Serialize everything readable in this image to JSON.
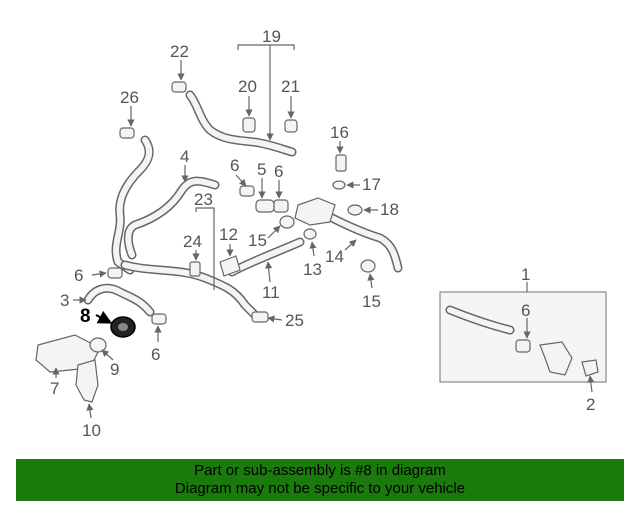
{
  "diagram": {
    "callouts": {
      "c1": "1",
      "c2": "2",
      "c3": "3",
      "c4": "4",
      "c5": "5",
      "c6a": "6",
      "c6b": "6",
      "c6c": "6",
      "c6d": "6",
      "c6e": "6",
      "c7": "7",
      "c8": "8",
      "c9": "9",
      "c10": "10",
      "c11": "11",
      "c12": "12",
      "c13": "13",
      "c14": "14",
      "c15a": "15",
      "c15b": "15",
      "c16": "16",
      "c17": "17",
      "c18": "18",
      "c19": "19",
      "c20": "20",
      "c21": "21",
      "c22": "22",
      "c23": "23",
      "c24": "24",
      "c25": "25",
      "c26": "26"
    },
    "highlight_color": "#000000",
    "line_color": "#666666"
  },
  "banner": {
    "line1": "Part or sub-assembly is #8 in diagram",
    "line2": "Diagram may not be specific to your vehicle",
    "color": "#1a7a0c"
  }
}
